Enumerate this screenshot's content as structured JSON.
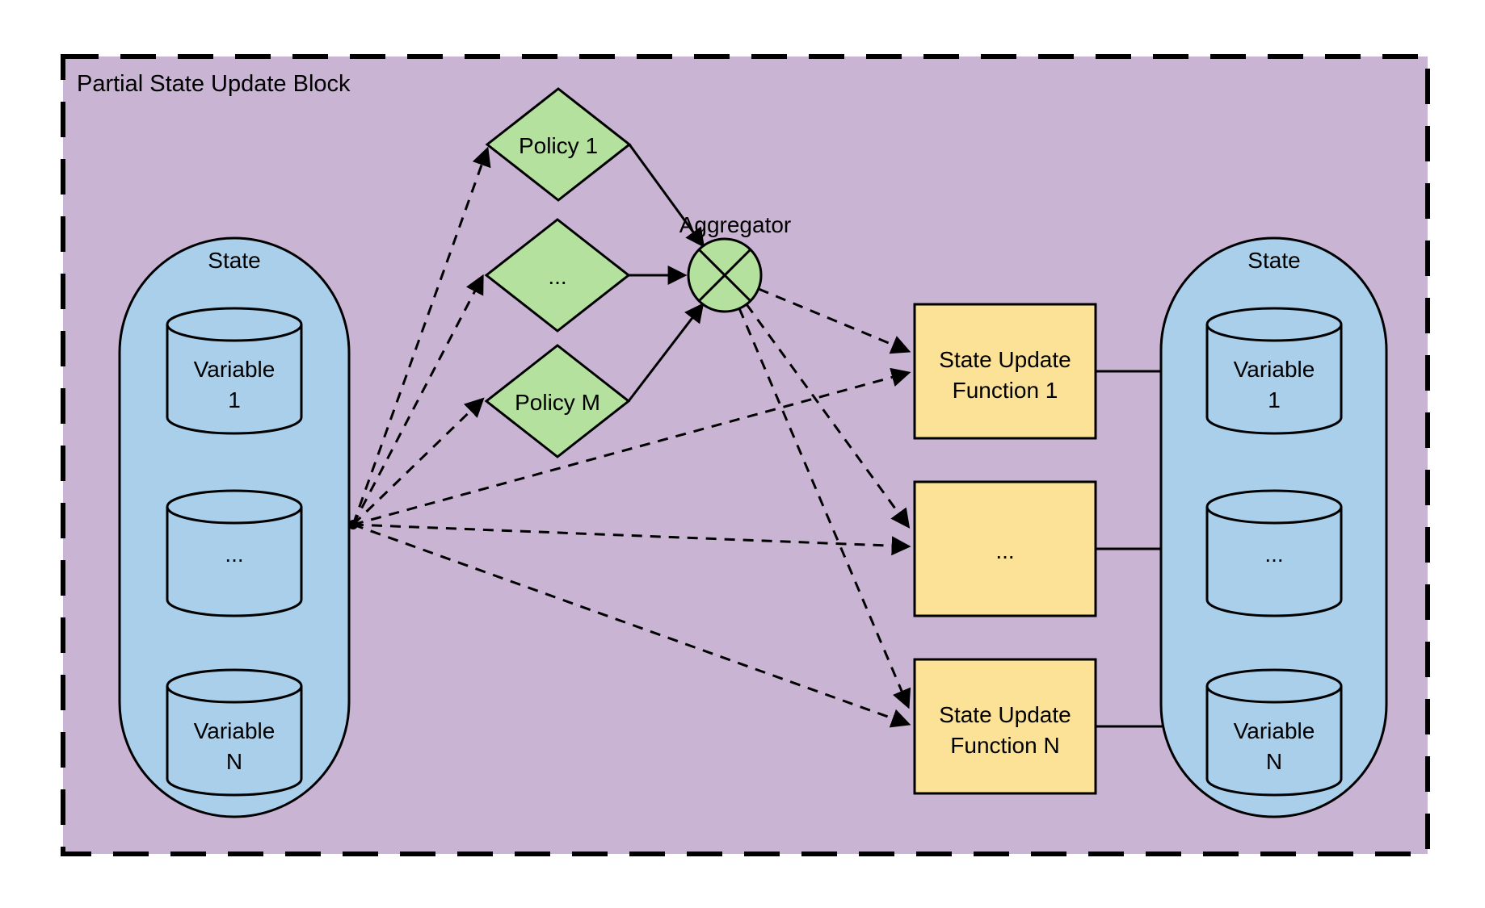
{
  "title": "Partial State Update Block",
  "colors": {
    "page_background": "#FFFFFF",
    "block_fill": "#C9B5D3",
    "state_fill": "#A9CFEA",
    "policy_fill": "#B4E19E",
    "function_fill": "#FBE297",
    "outline": "#000000"
  },
  "left_state": {
    "label": "State",
    "variables": [
      {
        "lines": [
          "Variable",
          "1"
        ]
      },
      {
        "lines": [
          "..."
        ]
      },
      {
        "lines": [
          "Variable",
          "N"
        ]
      }
    ]
  },
  "policies": [
    {
      "label": "Policy 1"
    },
    {
      "label": "..."
    },
    {
      "label": "Policy M"
    }
  ],
  "aggregator": {
    "label": "Aggregator"
  },
  "update_functions": [
    {
      "lines": [
        "State Update",
        "Function 1"
      ]
    },
    {
      "lines": [
        "..."
      ]
    },
    {
      "lines": [
        "State Update",
        "Function N"
      ]
    }
  ],
  "right_state": {
    "label": "State",
    "variables": [
      {
        "lines": [
          "Variable",
          "1"
        ]
      },
      {
        "lines": [
          "..."
        ]
      },
      {
        "lines": [
          "Variable",
          "N"
        ]
      }
    ]
  }
}
